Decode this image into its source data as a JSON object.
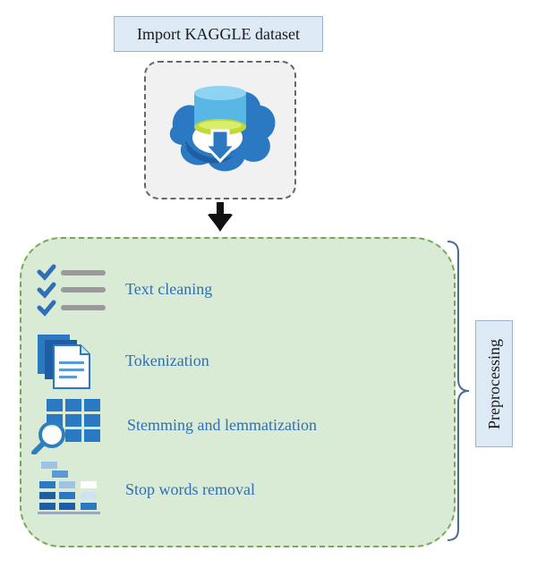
{
  "header": {
    "title": "Import KAGGLE dataset"
  },
  "import_icon": "database-download-icon",
  "flow_arrow": "down-arrow-icon",
  "preprocessing": {
    "label": "Preprocessing",
    "steps": [
      {
        "label": "Text cleaning",
        "icon": "checklist-icon"
      },
      {
        "label": "Tokenization",
        "icon": "documents-icon"
      },
      {
        "label": "Stemming and lemmatization",
        "icon": "grid-search-icon"
      },
      {
        "label": "Stop words removal",
        "icon": "blocks-removal-icon"
      }
    ]
  },
  "colors": {
    "accent_blue": "#2f6fb5",
    "panel_green": "#d9ebd4",
    "border_green": "#77a857",
    "label_box_blue": "#dde9f5"
  }
}
